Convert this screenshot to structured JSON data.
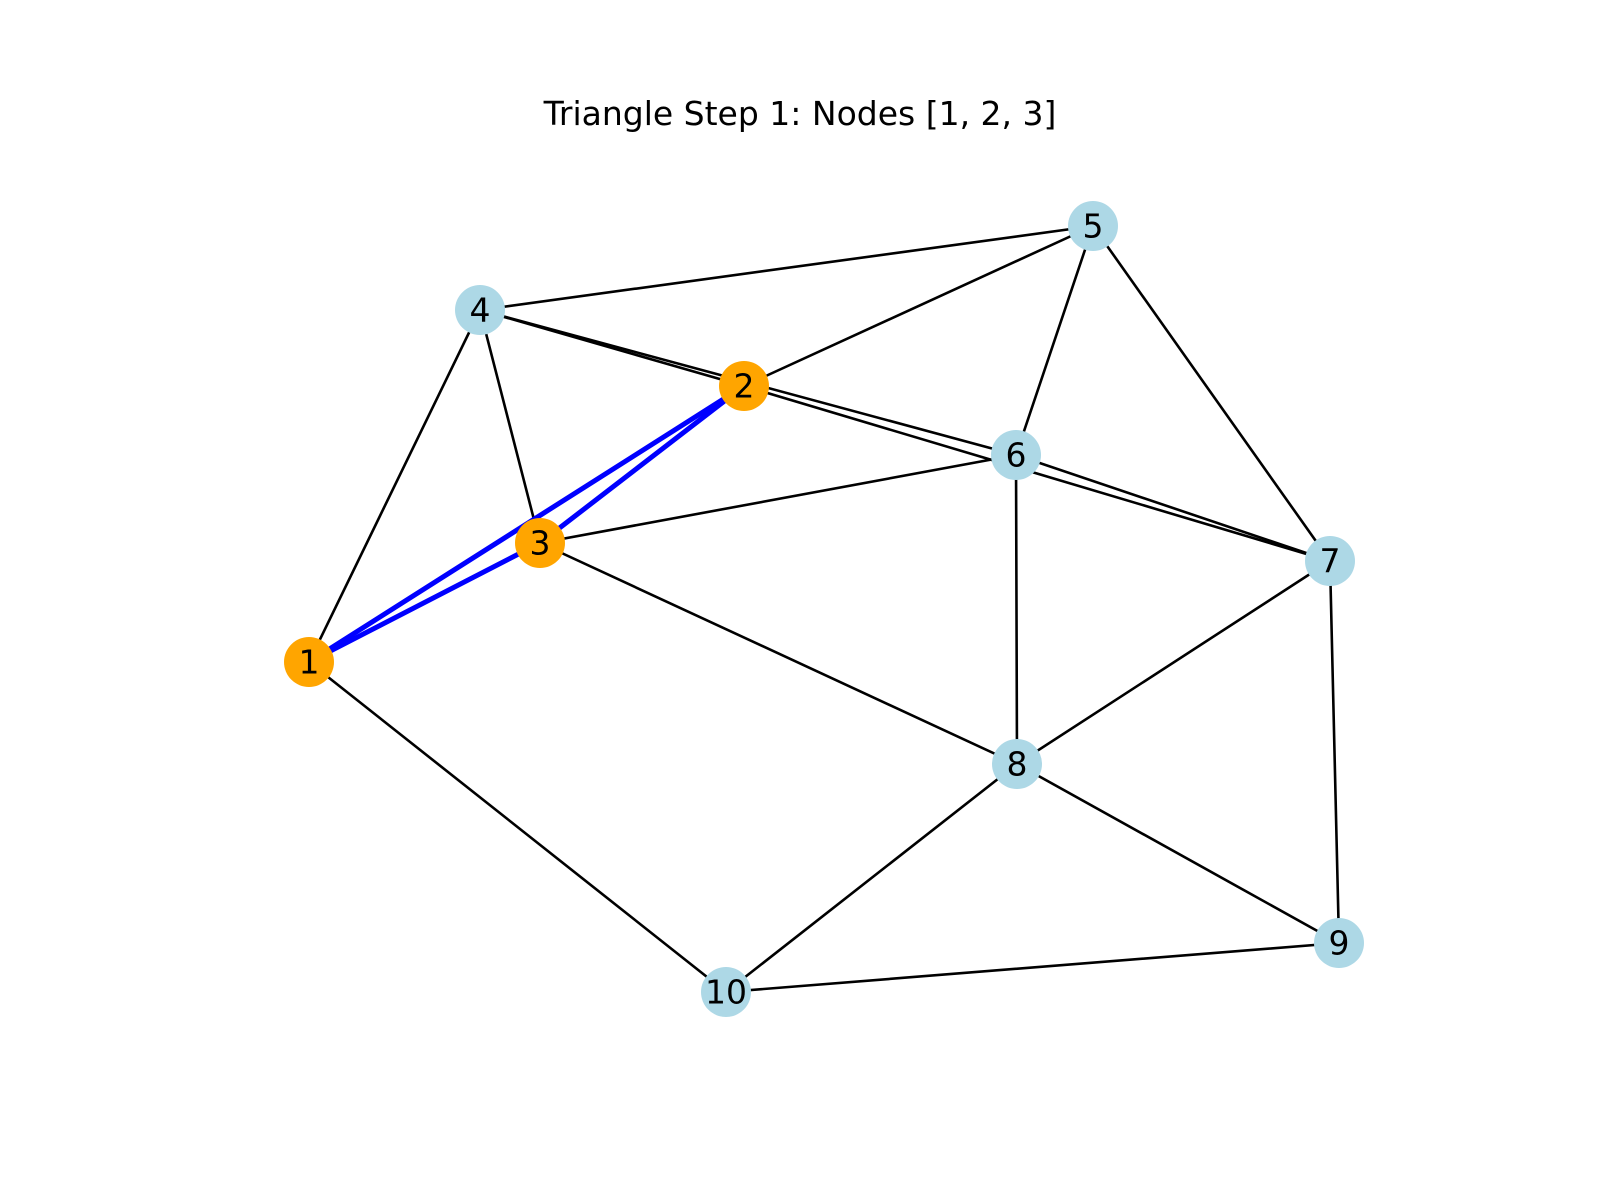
{
  "title": "Triangle Step 1: Nodes [1, 2, 3]",
  "colors": {
    "highlight_node": "#ffa500",
    "normal_node": "#add8e6",
    "highlight_edge": "#0000ff",
    "normal_edge": "#000000",
    "label": "#000000"
  },
  "graph": {
    "nodes": [
      {
        "id": "1",
        "label": "1",
        "highlighted": true
      },
      {
        "id": "2",
        "label": "2",
        "highlighted": true
      },
      {
        "id": "3",
        "label": "3",
        "highlighted": true
      },
      {
        "id": "4",
        "label": "4",
        "highlighted": false
      },
      {
        "id": "5",
        "label": "5",
        "highlighted": false
      },
      {
        "id": "6",
        "label": "6",
        "highlighted": false
      },
      {
        "id": "7",
        "label": "7",
        "highlighted": false
      },
      {
        "id": "8",
        "label": "8",
        "highlighted": false
      },
      {
        "id": "9",
        "label": "9",
        "highlighted": false
      },
      {
        "id": "10",
        "label": "10",
        "highlighted": false
      }
    ],
    "edges": [
      {
        "source": "1",
        "target": "2",
        "highlighted": true
      },
      {
        "source": "1",
        "target": "3",
        "highlighted": true
      },
      {
        "source": "2",
        "target": "3",
        "highlighted": true
      },
      {
        "source": "1",
        "target": "4",
        "highlighted": false
      },
      {
        "source": "1",
        "target": "10",
        "highlighted": false
      },
      {
        "source": "2",
        "target": "4",
        "highlighted": false
      },
      {
        "source": "2",
        "target": "5",
        "highlighted": false
      },
      {
        "source": "2",
        "target": "7",
        "highlighted": false
      },
      {
        "source": "3",
        "target": "4",
        "highlighted": false
      },
      {
        "source": "3",
        "target": "6",
        "highlighted": false
      },
      {
        "source": "3",
        "target": "8",
        "highlighted": false
      },
      {
        "source": "4",
        "target": "5",
        "highlighted": false
      },
      {
        "source": "4",
        "target": "6",
        "highlighted": false
      },
      {
        "source": "5",
        "target": "6",
        "highlighted": false
      },
      {
        "source": "5",
        "target": "7",
        "highlighted": false
      },
      {
        "source": "6",
        "target": "7",
        "highlighted": false
      },
      {
        "source": "6",
        "target": "8",
        "highlighted": false
      },
      {
        "source": "7",
        "target": "8",
        "highlighted": false
      },
      {
        "source": "7",
        "target": "9",
        "highlighted": false
      },
      {
        "source": "8",
        "target": "9",
        "highlighted": false
      },
      {
        "source": "8",
        "target": "10",
        "highlighted": false
      },
      {
        "source": "9",
        "target": "10",
        "highlighted": false
      }
    ]
  }
}
